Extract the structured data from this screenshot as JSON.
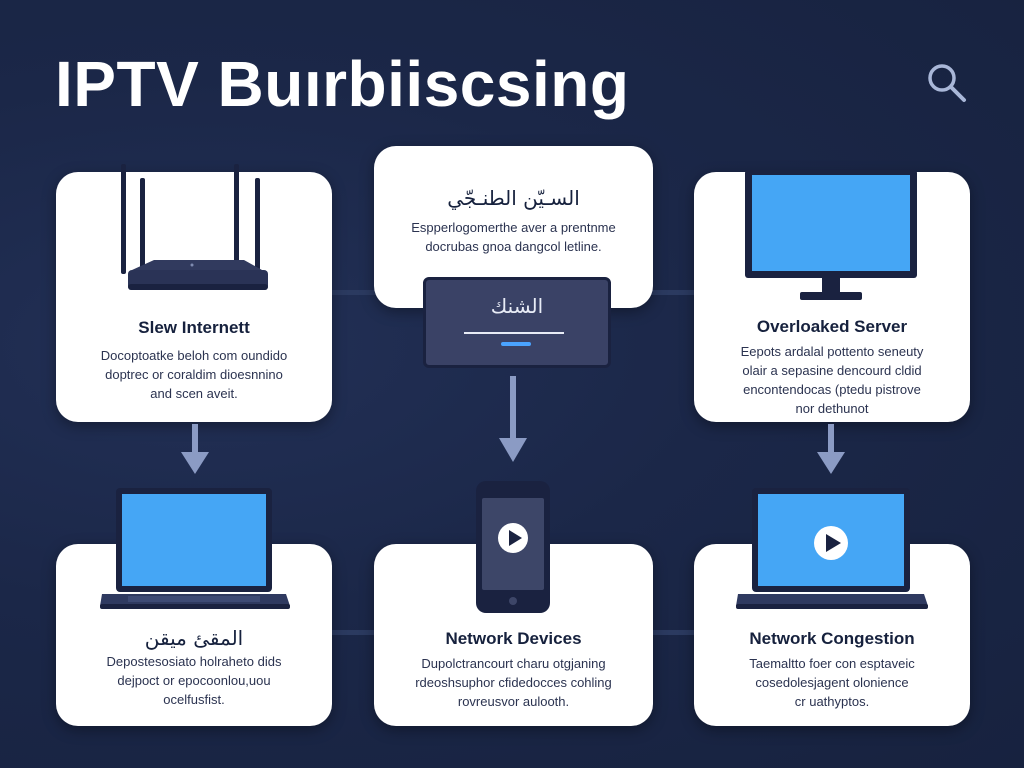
{
  "page": {
    "title": "IPTV Buırbiiscsing"
  },
  "header": {
    "search_icon": "search-icon"
  },
  "cards": {
    "slow_internet": {
      "icon": "router-icon",
      "heading": "Slew Internett",
      "body": [
        "Docoptoatke beloh com oundido",
        "doptrec or coraldim dioesnnino",
        "and scen aveit."
      ]
    },
    "center_top": {
      "heading": "السـيّن الطنـجّي",
      "body": [
        "Espperlogomerthe aver a prentnme",
        "docrubas gnoa dangcol letline."
      ],
      "screen_text": "الشنك"
    },
    "overloaded_server": {
      "icon": "monitor-icon",
      "heading": "Overloaked Server",
      "body": [
        "Eepots ardalal pottento seneuty",
        "olair a sepasine dencourd cldid",
        "encontendocas (ptedu pistrove",
        "nor dethunot"
      ]
    },
    "bottom_left": {
      "icon": "laptop-icon",
      "heading": "المقئ ميقن",
      "body": [
        "Depostesosiato holraheto dids",
        "dejpoct or epocoonlou,uou",
        "ocelfusfist."
      ]
    },
    "network_devices": {
      "icon": "smartphone-play-icon",
      "heading": "Network Devices",
      "body": [
        "Dupolctrancourt charu otgjaning",
        "rdeoshsuphor cfidedocces cohling",
        "rovreusvor aulooth."
      ]
    },
    "network_congestion": {
      "icon": "laptop-play-icon",
      "heading": "Network Congestion",
      "body": [
        "Taemaltto foer con esptaveic",
        "cosedolesjagent olonience",
        "cr uathyptos."
      ]
    }
  },
  "colors": {
    "background": "#1b2748",
    "card": "#ffffff",
    "screen_blue": "#45a6f5",
    "device_dark": "#1a2240",
    "accent_blue": "#4aa3ff"
  }
}
